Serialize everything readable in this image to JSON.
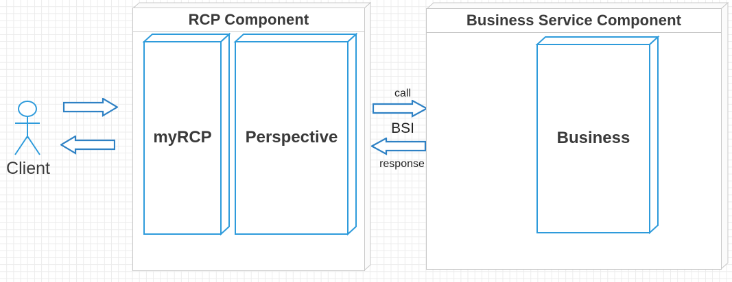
{
  "diagram": {
    "title": "RCP / Business Service component diagram",
    "background": "#ffffff",
    "grid_color": "#ececec",
    "accent_color": "#2e9bdb",
    "container_border_color": "#c8c8c8",
    "text_color": "#3a3a3a"
  },
  "actor": {
    "name": "Client",
    "label": "Client"
  },
  "client_arrows": {
    "request": {
      "label": "",
      "direction": "right"
    },
    "reply": {
      "label": "",
      "direction": "left"
    }
  },
  "rcp_component": {
    "title": "RCP Component",
    "boxes": [
      {
        "label": "myRCP"
      },
      {
        "label": "Perspective"
      }
    ]
  },
  "bsi_connector": {
    "call_label": "call",
    "protocol_label": "BSI",
    "response_label": "response"
  },
  "business_service_component": {
    "title": "Business Service Component",
    "boxes": [
      {
        "label": "Business"
      }
    ]
  }
}
